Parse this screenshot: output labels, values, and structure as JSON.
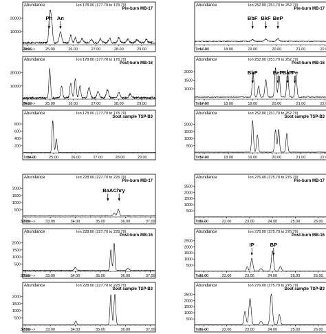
{
  "figure": {
    "panels": [
      {
        "abundance_label": "Abundance",
        "ion_label": "Ion 178.00 (177.70 to 178.70)",
        "title": "Pre-burn MB-17",
        "time_label": "Time-->",
        "unit_label": "min.",
        "x_ticks": [
          "24.00",
          "25.00",
          "26.00",
          "27.00",
          "28.00",
          "29.00"
        ],
        "y_ticks": [
          "10000",
          "20000"
        ],
        "peak_labels": [
          {
            "text": "Ph",
            "x": 24.95
          },
          {
            "text": "An",
            "x": 25.45
          }
        ]
      },
      {
        "abundance_label": "Abundance",
        "ion_label": "Ion 178.00 (177.70 to 178.70)",
        "title": "Post-burn MB-16",
        "time_label": "Time-->",
        "unit_label": "",
        "x_ticks": [
          "24.00",
          "25.00",
          "26.00",
          "27.00",
          "28.00",
          "29.00"
        ],
        "y_ticks": [
          "10000",
          "20000"
        ],
        "peak_labels": []
      },
      {
        "abundance_label": "Abundance",
        "ion_label": "Ion 178.00 (177.70 to 178.70)",
        "title": "Soot sample TSP-B3",
        "time_label": "Time-->",
        "unit_label": "",
        "x_ticks": [
          "24.00",
          "25.00",
          "26.00",
          "27.00",
          "28.00",
          "29.00"
        ],
        "y_ticks": [
          "200",
          "400",
          "600",
          "800"
        ],
        "peak_labels": []
      },
      {
        "abundance_label": "Abundance",
        "ion_label": "Ion 252.00 (251.70 to 252.70)",
        "title": "Pre-burn MB-17",
        "time_label": "Time-->",
        "unit_label": "",
        "x_ticks": [
          "17.00",
          "18.00",
          "19.00",
          "20.00",
          "21.00",
          "22.00"
        ],
        "y_ticks": [],
        "peak_labels": [
          {
            "text": "BbF",
            "x": 19.0
          },
          {
            "text": "BkF",
            "x": 19.55
          },
          {
            "text": "BeP",
            "x": 20.05
          }
        ]
      },
      {
        "abundance_label": "Abundance",
        "ion_label": "Ion 252.00 (251.70 to 252.70)",
        "title": "Post-burn MB-16",
        "time_label": "Time-->",
        "unit_label": "",
        "x_ticks": [
          "17.00",
          "18.00",
          "19.00",
          "20.00",
          "21.00",
          "22.00"
        ],
        "y_ticks": [
          "1000",
          "1500",
          "2000"
        ],
        "peak_labels": [
          {
            "text": "BbF",
            "x": 19.0
          },
          {
            "text": "BeP",
            "x": 20.05
          },
          {
            "text": "BaP",
            "x": 20.45
          },
          {
            "text": "Pe",
            "x": 20.75
          }
        ]
      },
      {
        "abundance_label": "Abundance",
        "ion_label": "Ion 252.00 (251.70 to 252.70)",
        "title": "Soot sample TSP-B3",
        "time_label": "Time-->",
        "unit_label": "",
        "x_ticks": [
          "17.00",
          "18.00",
          "19.00",
          "20.00",
          "21.00",
          "22.00"
        ],
        "y_ticks": [
          "500",
          "1000",
          "1500",
          "2000"
        ],
        "peak_labels": []
      },
      {
        "abundance_label": "Abundance",
        "ion_label": "Ion 228.00 (227.70 to 228.70)",
        "title": "Pre-burn MB-17",
        "time_label": "Time-->",
        "unit_label": "",
        "x_ticks": [
          "32.00",
          "33.00",
          "34.00",
          "35.00",
          "36.00",
          "37.00"
        ],
        "y_ticks": [
          "500",
          "1000",
          "1500",
          "2000"
        ],
        "peak_labels": [
          {
            "text": "BaA",
            "x": 35.3
          },
          {
            "text": "Chry",
            "x": 35.75
          }
        ]
      },
      {
        "abundance_label": "Abundance",
        "ion_label": "Ion 228.00 (227.70 to 228.70)",
        "title": "Post-burn MB-16",
        "time_label": "Time-->",
        "unit_label": "",
        "x_ticks": [
          "32.00",
          "33.00",
          "34.00",
          "35.00",
          "36.00",
          "37.00"
        ],
        "y_ticks": [
          "500",
          "1000",
          "1500",
          "2000"
        ],
        "peak_labels": []
      },
      {
        "abundance_label": "Abundance",
        "ion_label": "Ion 228.00 (227.70 to 228.70)",
        "title": "Soot sample TSP-B3",
        "time_label": "Time-->",
        "unit_label": "",
        "x_ticks": [
          "32.00",
          "33.00",
          "34.00",
          "35.00",
          "36.00",
          "37.00"
        ],
        "y_ticks": [
          "500",
          "1000",
          "1500",
          "2000"
        ],
        "peak_labels": []
      },
      {
        "abundance_label": "Abundance",
        "ion_label": "Ion 276.00 (275.70 to 276.70)",
        "title": "Pre-burn MB-17",
        "time_label": "Time-->",
        "unit_label": "",
        "x_ticks": [
          "21.00",
          "22.00",
          "23.00",
          "24.00",
          "25.00",
          "26.00"
        ],
        "y_ticks": [
          "500",
          "1000",
          "1500",
          "2000",
          "2500"
        ],
        "peak_labels": []
      },
      {
        "abundance_label": "Abundance",
        "ion_label": "Ion 276.00 (275.70 to 276.70)",
        "title": "Post-burn MB-16",
        "time_label": "Time-->",
        "unit_label": "",
        "x_ticks": [
          "21.00",
          "22.00",
          "23.00",
          "24.00",
          "25.00",
          "26.00"
        ],
        "y_ticks": [
          "500",
          "1000",
          "1500",
          "2000",
          "2500"
        ],
        "peak_labels": [
          {
            "text": "IP",
            "x": 23.1
          },
          {
            "text": "BP",
            "x": 24.05
          }
        ]
      },
      {
        "abundance_label": "Abundance",
        "ion_label": "Ion 276.00 (275.70 to 276.70)",
        "title": "Soot sample TSP-B3",
        "time_label": "Time-->",
        "unit_label": "",
        "x_ticks": [
          "21.00",
          "22.00",
          "23.00",
          "24.00",
          "25.00",
          "26.00"
        ],
        "y_ticks": [
          "500",
          "1000",
          "1500",
          "2000",
          "2500"
        ],
        "peak_labels": []
      }
    ]
  },
  "chart_data": [
    {
      "type": "line",
      "ion": "Ion 178.00 (177.70 to 178.70)",
      "title": "Pre-burn MB-17",
      "xlim": [
        23.8,
        29.6
      ],
      "ylim": [
        0,
        26000
      ],
      "baseline": 1500,
      "peaks": [
        [
          24.98,
          22000,
          0.04
        ],
        [
          25.06,
          17000,
          0.04
        ],
        [
          25.45,
          8000,
          0.05
        ],
        [
          25.9,
          6000,
          0.04
        ],
        [
          26.1,
          4000,
          0.04
        ],
        [
          26.4,
          3000,
          0.05
        ],
        [
          26.8,
          2500,
          0.05
        ],
        [
          27.2,
          2800,
          0.05
        ],
        [
          27.6,
          3500,
          0.05
        ],
        [
          28.0,
          4000,
          0.05
        ],
        [
          28.4,
          3000,
          0.05
        ],
        [
          28.8,
          2500,
          0.05
        ],
        [
          29.2,
          2500,
          0.05
        ]
      ],
      "noise": 1400
    },
    {
      "type": "line",
      "ion": "Ion 178.00 (177.70 to 178.70)",
      "title": "Post-burn MB-16",
      "xlim": [
        23.8,
        29.6
      ],
      "ylim": [
        0,
        26000
      ],
      "baseline": 1000,
      "peaks": [
        [
          24.98,
          22000,
          0.035
        ],
        [
          25.5,
          9000,
          0.04
        ],
        [
          25.9,
          11000,
          0.04
        ],
        [
          26.1,
          14000,
          0.04
        ],
        [
          26.3,
          9000,
          0.04
        ],
        [
          26.7,
          8000,
          0.05
        ],
        [
          27.1,
          5000,
          0.05
        ],
        [
          27.5,
          6000,
          0.05
        ],
        [
          28.0,
          4000,
          0.05
        ],
        [
          28.5,
          3000,
          0.05
        ]
      ],
      "noise": 1500
    },
    {
      "type": "line",
      "ion": "Ion 178.00 (177.70 to 178.70)",
      "title": "Soot sample TSP-B3",
      "xlim": [
        23.6,
        29.6
      ],
      "ylim": [
        0,
        950
      ],
      "baseline": 8,
      "peaks": [
        [
          24.96,
          880,
          0.035
        ],
        [
          25.12,
          380,
          0.035
        ]
      ],
      "noise": 6
    },
    {
      "type": "line",
      "ion": "Ion 252.00 (251.70 to 252.70)",
      "title": "Pre-burn MB-17",
      "xlim": [
        16.6,
        22.1
      ],
      "ylim": [
        0,
        20
      ],
      "baseline": 2,
      "peaks": [
        [
          19.0,
          1.0,
          0.05
        ],
        [
          19.55,
          1.3,
          0.05
        ],
        [
          20.05,
          1.6,
          0.05
        ]
      ],
      "noise": 0.5
    },
    {
      "type": "line",
      "ion": "Ion 252.00 (251.70 to 252.70)",
      "title": "Post-burn MB-16",
      "xlim": [
        16.6,
        22.1
      ],
      "ylim": [
        400,
        2400
      ],
      "baseline": 520,
      "peaks": [
        [
          19.02,
          1450,
          0.035
        ],
        [
          19.25,
          650,
          0.035
        ],
        [
          19.55,
          1000,
          0.04
        ],
        [
          19.95,
          1700,
          0.035
        ],
        [
          20.1,
          1250,
          0.035
        ],
        [
          20.45,
          1600,
          0.035
        ],
        [
          20.8,
          1300,
          0.035
        ]
      ],
      "noise": 40
    },
    {
      "type": "line",
      "ion": "Ion 252.00 (251.70 to 252.70)",
      "title": "Soot sample TSP-B3",
      "xlim": [
        16.6,
        22.1
      ],
      "ylim": [
        0,
        2400
      ],
      "baseline": 50,
      "peaks": [
        [
          19.0,
          2200,
          0.035
        ],
        [
          19.2,
          1200,
          0.035
        ],
        [
          19.95,
          1550,
          0.035
        ],
        [
          20.08,
          1600,
          0.035
        ],
        [
          20.42,
          1300,
          0.035
        ]
      ],
      "noise": 25
    },
    {
      "type": "line",
      "ion": "Ion 228.00 (227.70 to 228.70)",
      "title": "Pre-burn MB-17",
      "xlim": [
        31.9,
        37.2
      ],
      "ylim": [
        0,
        2400
      ],
      "baseline": 80,
      "peaks": [
        [
          35.72,
          450,
          0.04
        ],
        [
          35.55,
          200,
          0.04
        ]
      ],
      "noise": 40
    },
    {
      "type": "line",
      "ion": "Ion 228.00 (227.70 to 228.70)",
      "title": "Post-burn MB-16",
      "xlim": [
        31.9,
        37.2
      ],
      "ylim": [
        0,
        2400
      ],
      "baseline": 70,
      "peaks": [
        [
          35.42,
          1450,
          0.03
        ],
        [
          35.55,
          1900,
          0.03
        ],
        [
          34.0,
          200,
          0.04
        ],
        [
          36.1,
          150,
          0.04
        ]
      ],
      "noise": 45
    },
    {
      "type": "line",
      "ion": "Ion 228.00 (227.70 to 228.70)",
      "title": "Soot sample TSP-B3",
      "xlim": [
        31.9,
        37.2
      ],
      "ylim": [
        0,
        2400
      ],
      "baseline": 10,
      "peaks": [
        [
          35.42,
          2100,
          0.035
        ],
        [
          35.58,
          2150,
          0.035
        ],
        [
          34.02,
          280,
          0.035
        ]
      ],
      "noise": 8
    },
    {
      "type": "line",
      "ion": "Ion 276.00 (275.70 to 276.70)",
      "title": "Pre-burn MB-17",
      "xlim": [
        20.6,
        26.4
      ],
      "ylim": [
        0,
        2800
      ],
      "baseline": 5,
      "peaks": [],
      "noise": 3
    },
    {
      "type": "line",
      "ion": "Ion 276.00 (275.70 to 276.70)",
      "title": "Post-burn MB-16",
      "xlim": [
        20.6,
        26.4
      ],
      "ylim": [
        0,
        2800
      ],
      "baseline": 20,
      "peaks": [
        [
          23.1,
          1050,
          0.045
        ],
        [
          22.9,
          350,
          0.04
        ],
        [
          24.0,
          1650,
          0.045
        ],
        [
          24.35,
          400,
          0.045
        ],
        [
          23.5,
          200,
          0.05
        ]
      ],
      "noise": 18
    },
    {
      "type": "line",
      "ion": "Ion 276.00 (275.70 to 276.70)",
      "title": "Soot sample TSP-B3",
      "xlim": [
        20.6,
        26.4
      ],
      "ylim": [
        0,
        2800
      ],
      "baseline": 20,
      "peaks": [
        [
          23.02,
          2150,
          0.05
        ],
        [
          22.8,
          1100,
          0.045
        ],
        [
          23.95,
          2500,
          0.05
        ],
        [
          24.3,
          850,
          0.045
        ],
        [
          23.5,
          300,
          0.05
        ]
      ],
      "noise": 15
    }
  ]
}
